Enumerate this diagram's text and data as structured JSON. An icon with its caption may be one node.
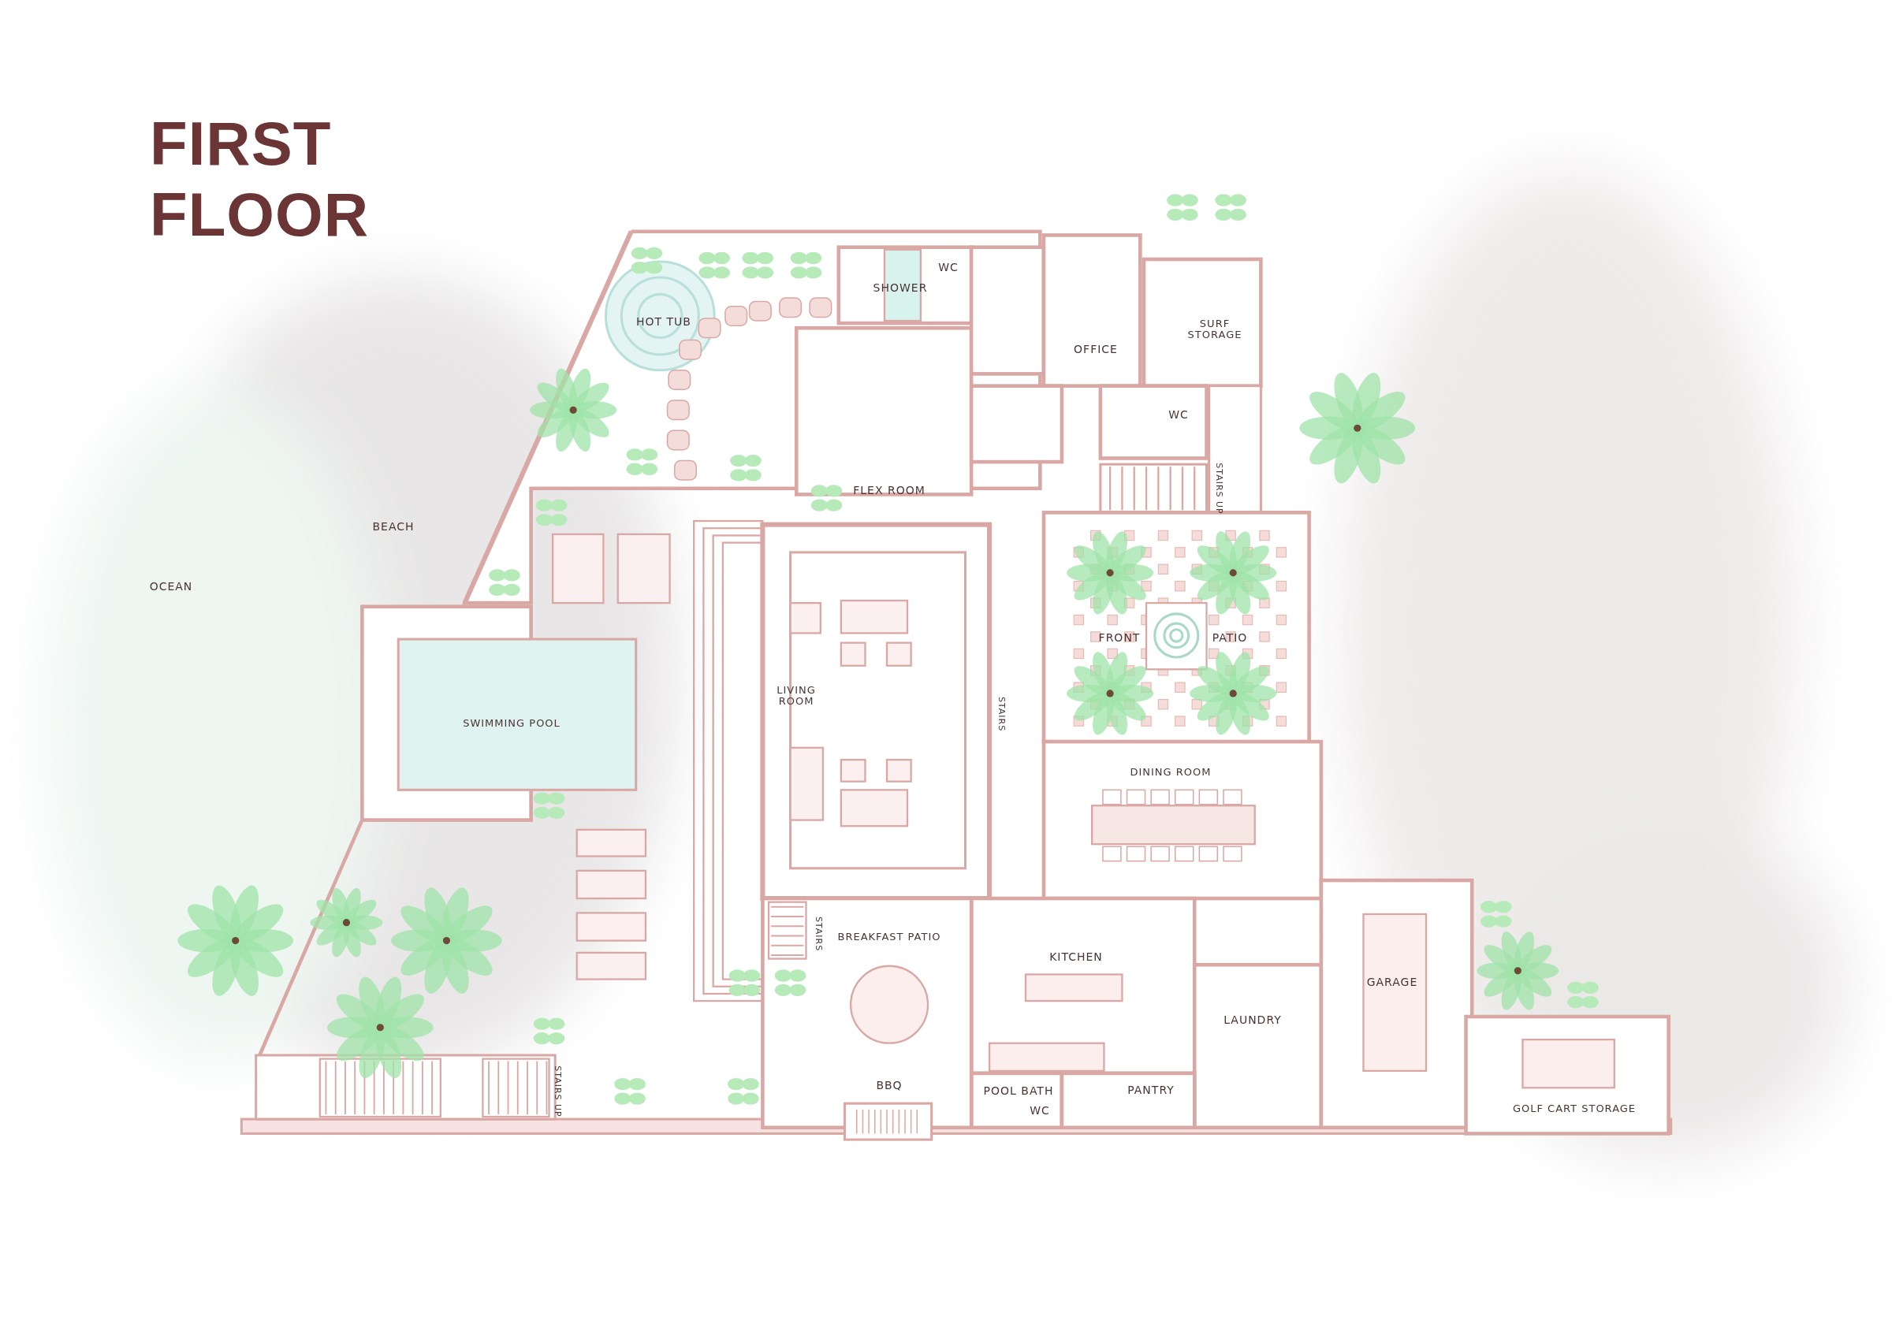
{
  "diagram": {
    "title": "FIRST FLOOR",
    "labels": [
      "SHOWER",
      "WC",
      "HOT TUB",
      "SURF STORAGE",
      "OFFICE",
      "WC",
      "STAIRS UP",
      "FLEX ROOM",
      "BEACH",
      "OCEAN",
      "FRONT",
      "PATIO",
      "LIVING ROOM",
      "STAIRS",
      "SWIMMING POOL",
      "DINING ROOM",
      "BREAKFAST PATIO",
      "STAIRS",
      "KITCHEN",
      "GARAGE",
      "LAUNDRY",
      "STAIRS UP",
      "BBQ",
      "POOL BATH",
      "WC",
      "PANTRY",
      "GOLF CART STORAGE"
    ]
  }
}
